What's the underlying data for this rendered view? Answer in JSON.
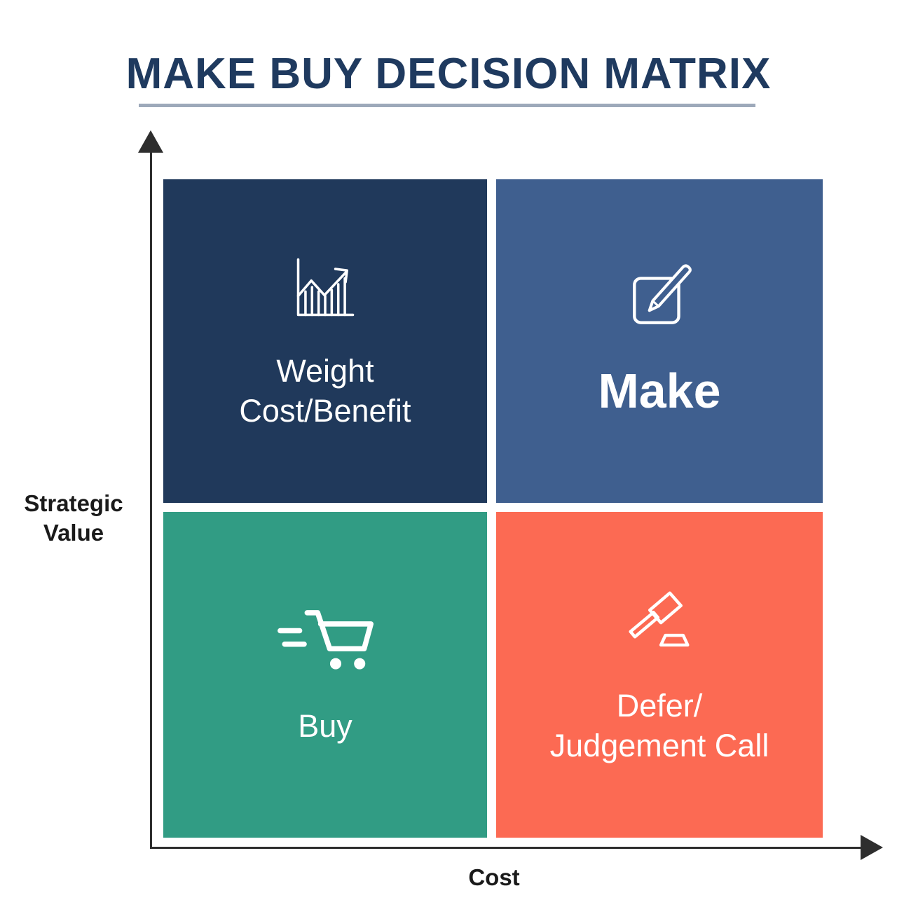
{
  "title": "MAKE BUY DECISION MATRIX",
  "axes": {
    "y_label_lines": [
      "Strategic",
      "Value"
    ],
    "x_label": "Cost"
  },
  "quadrants": {
    "top_left": {
      "icon": "growth-chart-icon",
      "lines": [
        "Weight",
        "Cost/Benefit"
      ]
    },
    "top_right": {
      "icon": "edit-pencil-icon",
      "label": "Make"
    },
    "bottom_left": {
      "icon": "shopping-cart-icon",
      "label": "Buy"
    },
    "bottom_right": {
      "icon": "gavel-icon",
      "lines": [
        "Defer/",
        "Judgement Call"
      ]
    }
  },
  "colors": {
    "title_color": "#1F3A5F",
    "underline_color": "#9DA9BA",
    "axis_color": "#2E2E2E",
    "axis_label_color": "#1A1A1A",
    "q_tl": "#20395B",
    "q_tr": "#3F5F8F",
    "q_bl": "#319C84",
    "q_br": "#FC6A53",
    "q_text": "#FFFFFF"
  }
}
